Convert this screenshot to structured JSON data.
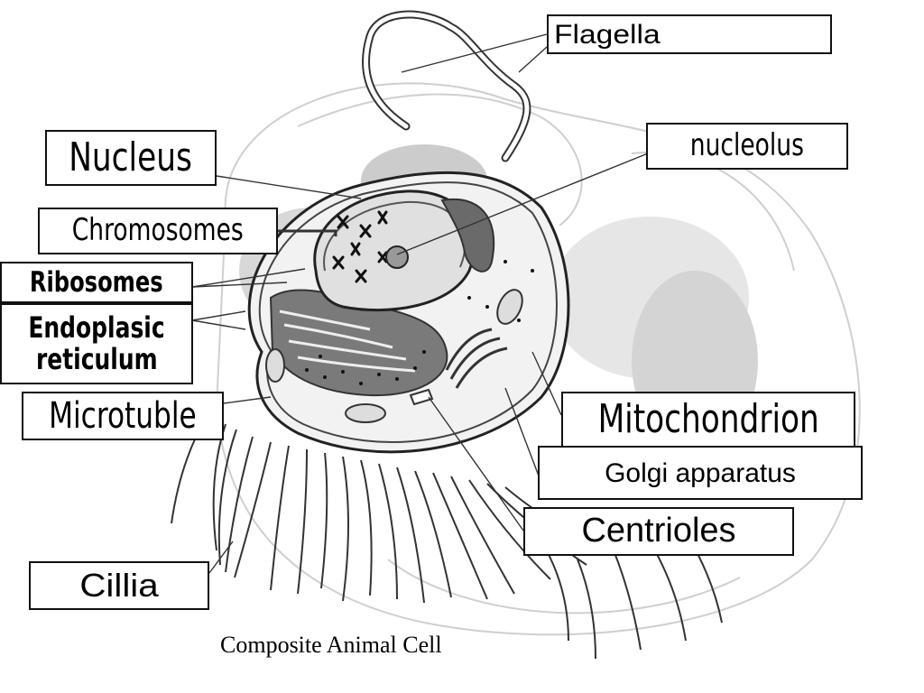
{
  "labels": {
    "flagella": "Flagella",
    "nucleolus": "nucleolus",
    "nucleus": "Nucleus",
    "chromosomes": "Chromosomes",
    "ribosomes": "Ribosomes",
    "endoplasic_line1": "Endoplasic",
    "endoplasic_line2": "reticulum",
    "microtuble": "Microtuble",
    "mitochondrion": "Mitochondrion",
    "golgi": "Golgi apparatus",
    "centrioles": "Centrioles",
    "cillia": "Cillia"
  },
  "caption": "Composite Animal Cell"
}
